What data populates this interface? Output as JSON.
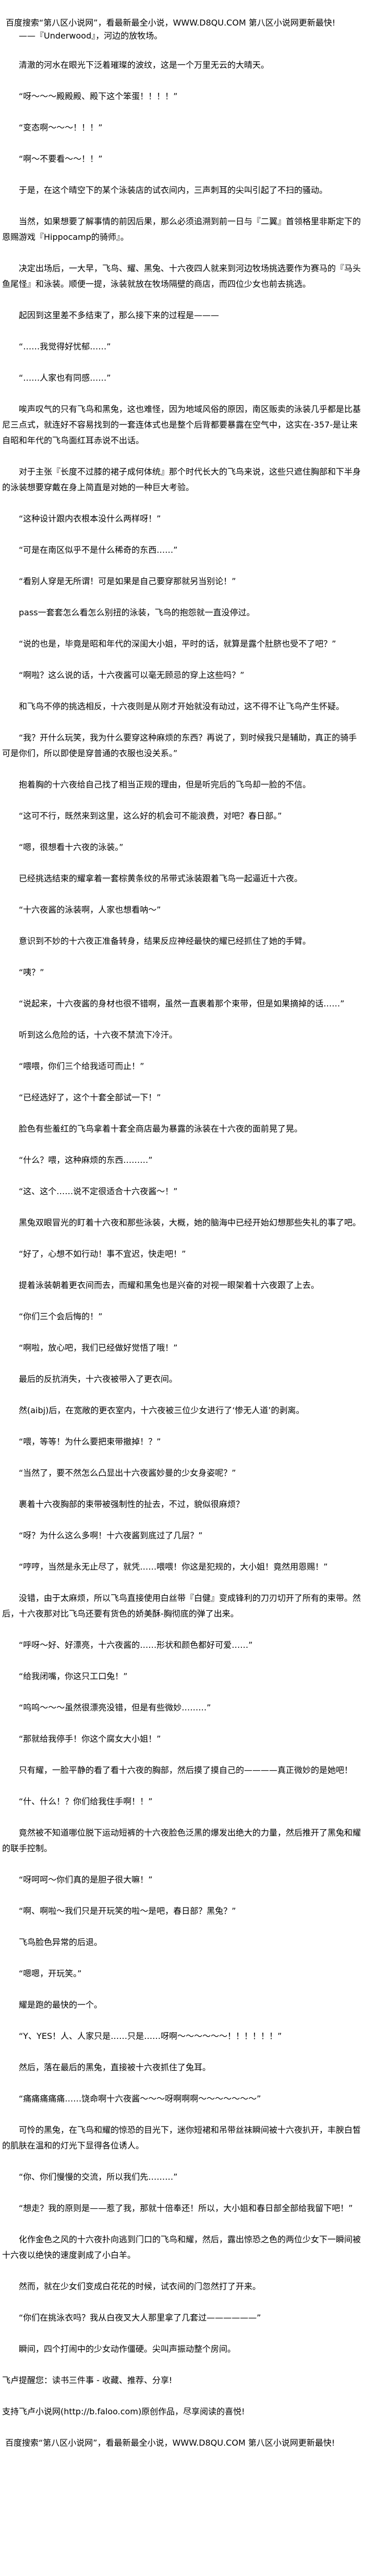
{
  "header": {
    "banner": "百度搜索“第八区小说网”，看最新最全小说，WWW.D8QU.COM  第八区小说网更新最快!",
    "subtitle": "——『Underwood』，河边的放牧场。"
  },
  "content": {
    "paragraphs": [
      "清澈的河水在眼光下泛着璀璨的波纹，这是一个万里无云的大晴天。",
      "“呀～～～殿殿殿、殿下这个笨蛋！！！！”",
      "“变态啊～～～！！！”",
      "“啊～不要看～～！！”",
      "于是，在这个晴空下的某个泳装店的试衣间内，三声刺耳的尖叫引起了不扫的骚动。",
      "当然，如果想要了解事情的前因后果，那么必须追溯到前一日与『二翼』首领格里非斯定下的恩赐游戏『Hippocamp的骑师』。",
      "决定出场后，一大早，飞鸟、耀、黑兔、十六夜四人就来到河边牧场挑选要作为赛马的『马头鱼尾怪』和泳装。顺便一提，泳装就放在牧场隔壁的商店，而四位少女也前去挑选。",
      "起因到这里差不多结束了，那么接下来的过程是———",
      "“……我觉得好忧郁……”",
      "“……人家也有同感……”",
      "唉声叹气的只有飞鸟和黑兔，这也难怪，因为地域风俗的原因，南区贩卖的泳装几乎都是比基尼三点式，就连好不容易找到的一套连体式也是整个后背都要暴露在空气中，这实在-357-是让来自昭和年代的飞鸟面红耳赤说不出话。",
      "对于主张『长度不过膝的裙子成何体统』那个时代长大的飞鸟来说，这些只遮住胸部和下半身的泳装想要穿戴在身上简直是对她的一种巨大考验。",
      "“这种设计跟内衣根本没什么两样呀！”",
      "“可是在南区似乎不是什么稀奇的东西……”",
      "“看别人穿是无所谓！可是如果是自己要穿那就另当别论！”",
      "pass一套套怎么看怎么别扭的泳装，飞鸟的抱怨就一直没停过。",
      "“说的也是，毕竟是昭和年代的深闺大小姐，平时的话，就算是露个肚脐也受不了吧？”",
      "“啊啦？这么说的话，十六夜酱可以毫无顾忌的穿上这些吗？”",
      "和飞鸟不停的挑选相反，十六夜则是从刚才开始就没有动过，这不得不让飞鸟产生怀疑。",
      "“我？开什么玩笑，我为什么要穿这种麻烦的东西？再说了，到时候我只是辅助，真正的骑手可是你们，所以即使是穿普通的衣服也没关系。”",
      "抱着胸的十六夜给自己找了相当正规的理由，但是听完后的飞鸟却一脸的不信。",
      "“这可不行，既然来到这里，这么好的机会可不能浪费，对吧？春日部。”",
      "“嗯，很想看十六夜的泳装。”",
      "已经挑选结束的耀拿着一套棕黄条纹的吊带式泳装跟着飞鸟一起逼近十六夜。",
      "“十六夜酱的泳装啊，人家也想看呐～”",
      "意识到不妙的十六夜正准备转身，结果反应神经最快的耀已经抓住了她的手臂。",
      "“咦？”",
      "“说起来，十六夜酱的身材也很不错啊，虽然一直裹着那个束带，但是如果摘掉的话……”",
      "听到这么危险的话，十六夜不禁流下冷汗。",
      "“喂喂，你们三个给我适可而止！”",
      "“已经选好了，这个十套全部试一下！”",
      "脸色有些羞红的飞鸟拿着十套全商店最为暴露的泳装在十六夜的面前晃了晃。",
      "“什么？喂，这种麻烦的东西………”",
      "“这、这个……说不定很适合十六夜酱～！”",
      "黑兔双眼冒光的盯着十六夜和那些泳装，大概，她的脑海中已经开始幻想那些失礼的事了吧。",
      "“好了，心想不如行动！事不宜迟，快走吧！”",
      "提着泳装朝着更衣间而去，而耀和黑兔也是兴奋的对视一眼架着十六夜跟了上去。",
      "“你们三个会后悔的！”",
      "“啊啦，放心吧，我们已经做好觉悟了哦！”",
      "最后的反抗消失，十六夜被带入了更衣间。",
      "然(aibj)后，在宽敞的更衣室内，十六夜被三位少女进行了‘惨无人道’的剥离。",
      "“喂，等等！为什么要把束带撤掉！？”",
      "“当然了，要不然怎么凸显出十六夜酱妙曼的少女身姿呢？”",
      "裹着十六夜胸部的束带被强制性的扯去，不过，貌似很麻烦？",
      "“呀？为什么这么多啊！十六夜酱到底过了几层？”",
      "“哼哼，当然是永无止尽了，就凭……喂喂！你这是犯规的，大小姐！竟然用恩赐！”",
      "没错，由于太麻烦，所以飞鸟直接使用白丝带『白健』变成锋利的刀刃切开了所有的束带。然后，十六夜那对比飞鸟还要有货色的娇美酥-胸彻底的弹了出来。",
      "“呼呀～好、好漂亮，十六夜酱的……形状和颜色都好可爱……”",
      "“给我闭嘴，你这只工口兔！”",
      "“呜呜～～～虽然很漂亮没错，但是有些微妙………”",
      "“那就给我停手！你这个腐女大小姐！”",
      "只有耀，一脸平静的看了看十六夜的胸部，然后摸了摸自己的————真正微妙的是她吧！",
      "“什、什么！？你们给我住手啊！！”",
      "竟然被不知道哪位脱下运动短裤的十六夜脸色泛黑的爆发出绝大的力量，然后推开了黑兔和耀的联手控制。",
      "“呀呵呵～你们真的是胆子很大嘛！”",
      "“啊、啊啦～我们只是开玩笑的啦～是吧，春日部？黑兔？”",
      "飞鸟脸色异常的后退。",
      "“嗯嗯，开玩笑。”",
      "耀是跑的最快的一个。",
      "“Y、YES！人、人家只是……只是……呀啊～～～～～～！！！！！！”",
      "然后，落在最后的黑兔，直接被十六夜抓住了兔耳。",
      "“痛痛痛痛痛……饶命啊十六夜酱～～～呀啊啊啊～～～～～～～”",
      "可怜的黑兔，在飞鸟和耀的惊恐的目光下，迷你短裙和吊带丝袜瞬间被十六夜扒开，丰腴白皙的肌肤在温和的灯光下显得各位诱人。",
      "“你、你们慢慢的交流，所以我们先………”",
      "“想走？我的原则是——惹了我，那就十倍奉还！所以，大小姐和春日部全部给我留下吧！”",
      "化作金色之风的十六夜扑向逃到门口的飞鸟和耀，然后，露出惊恐之色的两位少女下一瞬间被十六夜以绝快的速度剥成了小白羊。",
      "然而，就在少女们变成白花花的时候，试衣间的门忽然打了开来。",
      "“你们在挑泳衣吗？我从白夜叉大人那里拿了几套过——————”",
      "瞬间，四个打闹中的少女动作僵硬。尖叫声振动整个房间。"
    ]
  },
  "footer": {
    "reminder": "飞卢提醒您：读书三件事 - 收藏、推荐、分享!",
    "support": "支持飞卢小说网(http://b.faloo.com)原创作品，尽享阅读的喜悦!",
    "banner": "百度搜索“第八区小说网”，看最新最全小说，WWW.D8QU.COM  第八区小说网更新最快!"
  }
}
